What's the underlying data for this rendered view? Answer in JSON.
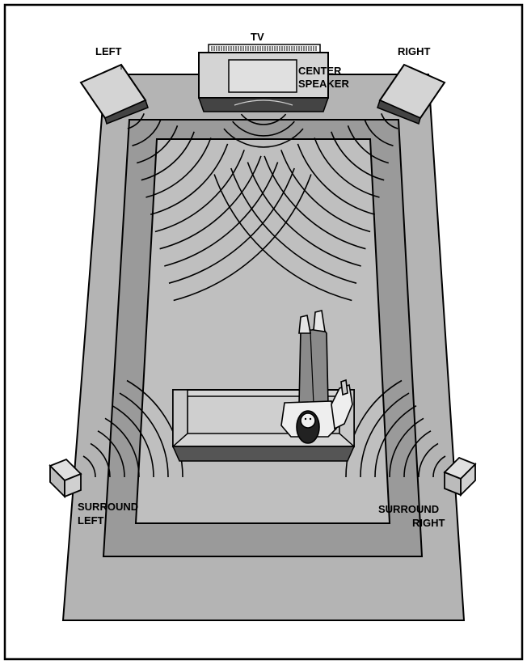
{
  "labels": {
    "tv": "TV",
    "left": "LEFT",
    "right": "RIGHT",
    "center_line1": "CENTER",
    "center_line2": "SPEAKER",
    "surround_left_line1": "SURROUND",
    "surround_left_line2": "LEFT",
    "surround_right_line1": "SURROUND",
    "surround_right_line2": "RIGHT"
  },
  "colors": {
    "room_floor": "#b4b4b4",
    "middle_zone": "#9a9a9a",
    "inner_zone": "#bfbfbf",
    "speaker_face": "#d0d0d0",
    "speaker_dark": "#505050",
    "couch": "#d6d6d6",
    "couch_dark": "#555555",
    "line": "#000000"
  }
}
